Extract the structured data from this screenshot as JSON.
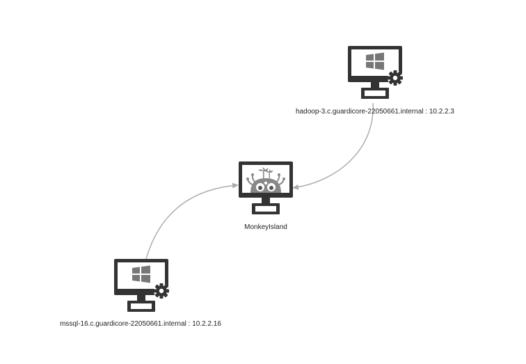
{
  "graph": {
    "nodes": [
      {
        "id": "hadoop",
        "label": "hadoop-3.c.guardicore-22050661.internal : 10.2.2.3",
        "icon": "windows-monitor-gear-icon"
      },
      {
        "id": "island",
        "label": "MonkeyIsland",
        "icon": "monkey-island-monitor-icon"
      },
      {
        "id": "mssql",
        "label": "mssql-16.c.guardicore-22050661.internal : 10.2.2.16",
        "icon": "windows-monitor-gear-icon"
      }
    ],
    "edges": [
      {
        "from": "hadoop",
        "to": "island"
      },
      {
        "from": "mssql",
        "to": "island"
      }
    ]
  },
  "colors": {
    "monitor": "#333333",
    "screen": "#ffffff",
    "windows_logo": "#777777",
    "gear": "#333333",
    "monkey": "#888888",
    "edge": "#aaaaaa",
    "label": "#222222"
  }
}
